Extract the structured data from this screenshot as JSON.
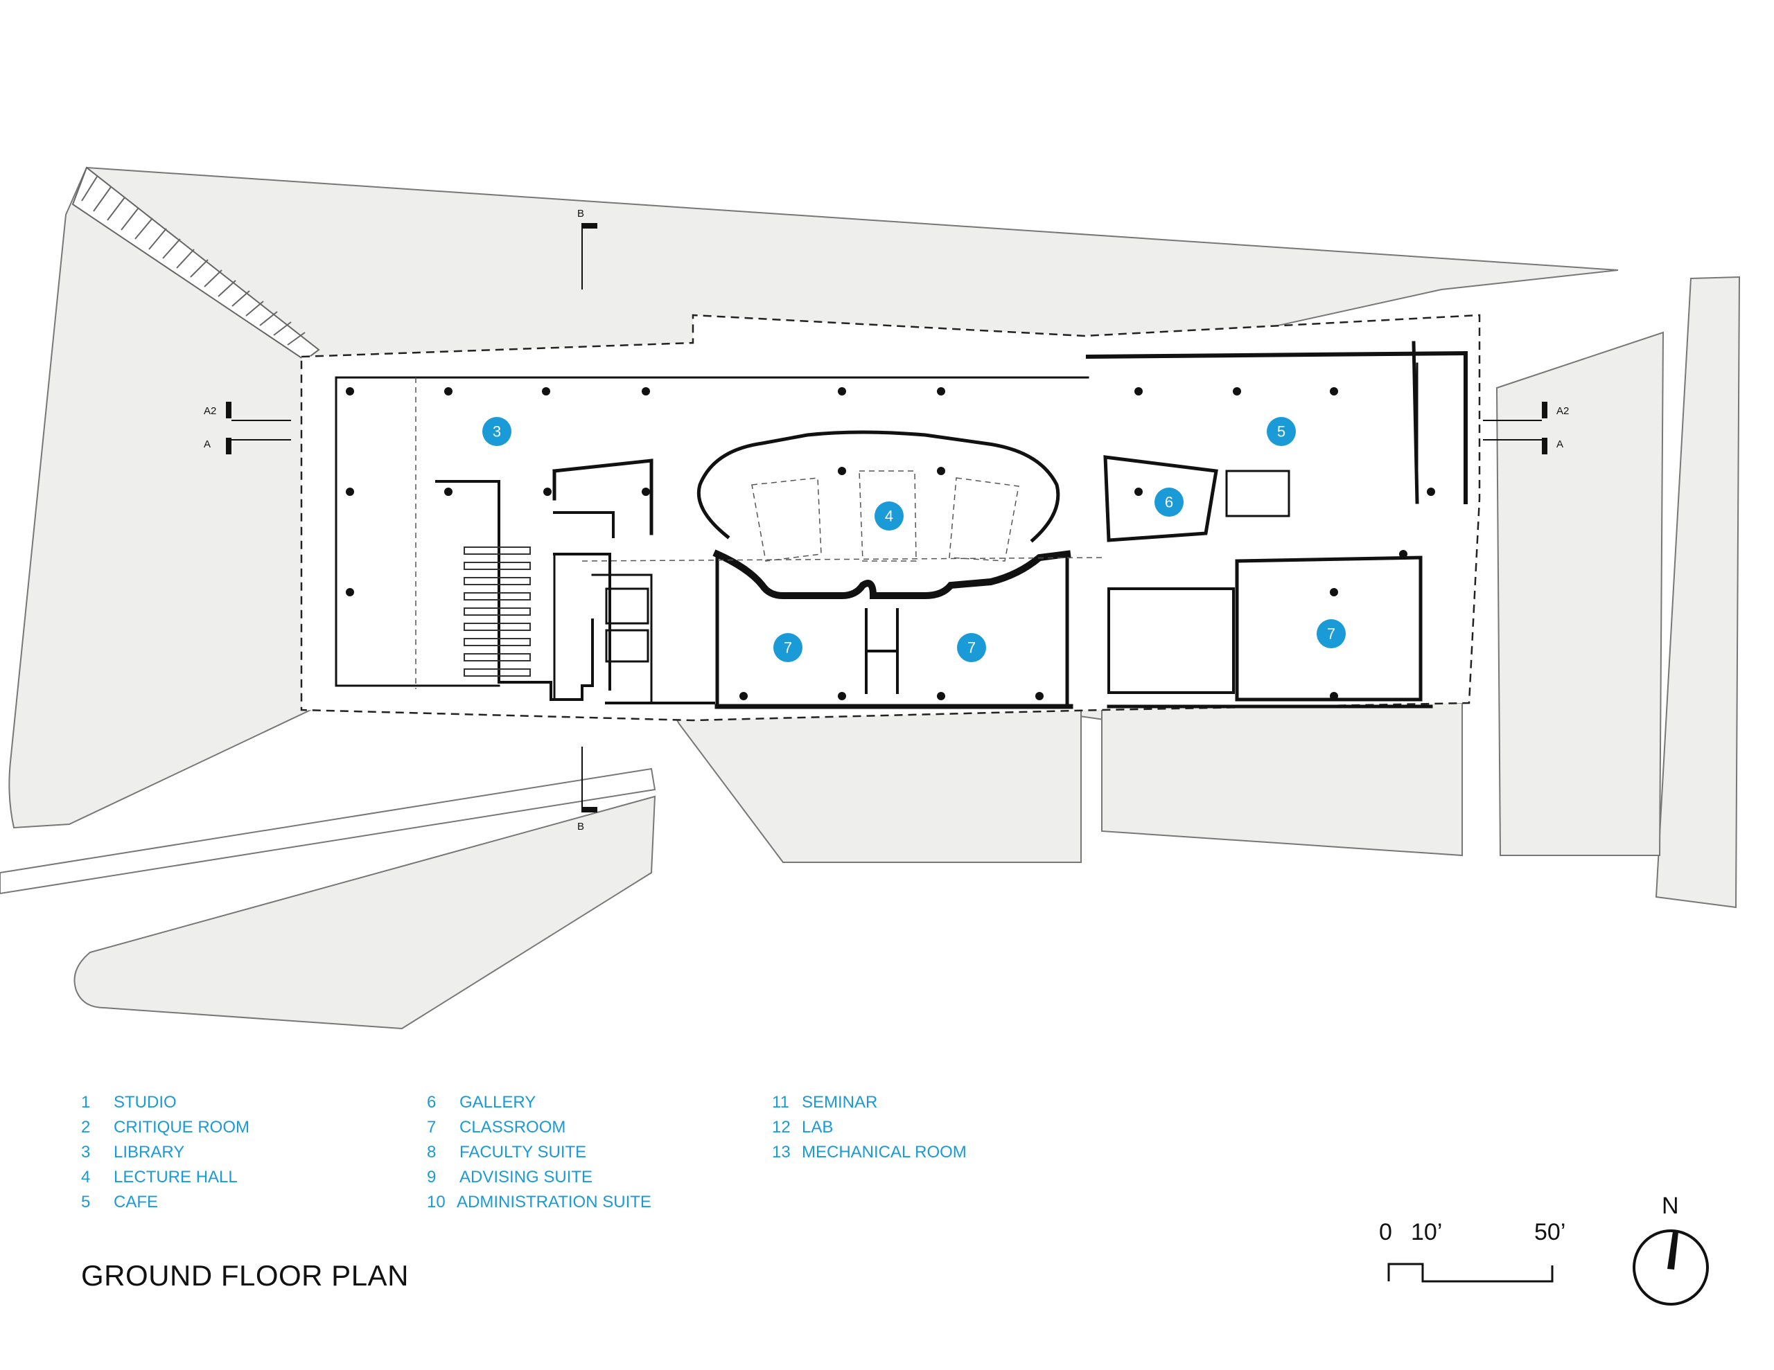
{
  "title": "GROUND FLOOR PLAN",
  "legend": {
    "col1": [
      {
        "num": "1",
        "label": "STUDIO"
      },
      {
        "num": "2",
        "label": "CRITIQUE ROOM"
      },
      {
        "num": "3",
        "label": "LIBRARY"
      },
      {
        "num": "4",
        "label": "LECTURE HALL"
      },
      {
        "num": "5",
        "label": "CAFE"
      }
    ],
    "col2": [
      {
        "num": "6",
        "label": "GALLERY"
      },
      {
        "num": "7",
        "label": "CLASSROOM"
      },
      {
        "num": "8",
        "label": "FACULTY SUITE"
      },
      {
        "num": "9",
        "label": "ADVISING SUITE"
      },
      {
        "num": "10",
        "label": "ADMINISTRATION SUITE"
      }
    ],
    "col3": [
      {
        "num": "11",
        "label": "SEMINAR"
      },
      {
        "num": "12",
        "label": "LAB"
      },
      {
        "num": "13",
        "label": "MECHANICAL ROOM"
      }
    ]
  },
  "room_markers": [
    "3",
    "4",
    "5",
    "6",
    "7",
    "7",
    "7"
  ],
  "section_markers": {
    "a2": "A2",
    "a": "A",
    "b": "B"
  },
  "scale": {
    "zero": "0",
    "ten": "10’",
    "fifty": "50’"
  },
  "north": "N",
  "colors": {
    "accent": "#1a9ad6",
    "ground": "#eeeeec",
    "line": "#111111"
  }
}
